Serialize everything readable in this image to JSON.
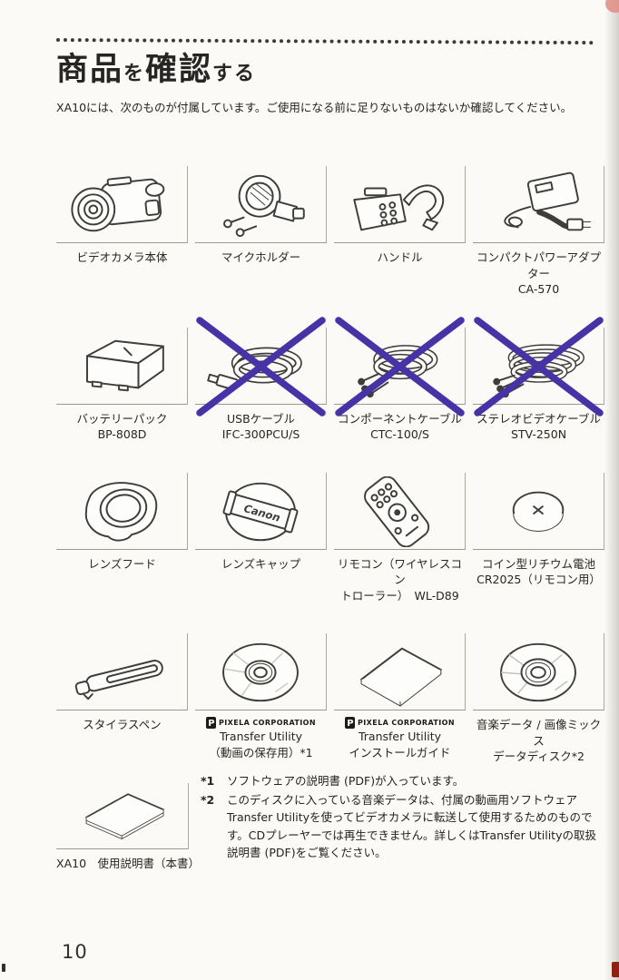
{
  "page": {
    "number": "10"
  },
  "header": {
    "title_part1": "商品",
    "title_part2": "を",
    "title_part3": "確認",
    "title_part4": "する",
    "subtitle": "XA10には、次のものが付属しています。ご使用になる前に足りないものはないか確認してください。"
  },
  "pixela": {
    "brand": "PIXELA CORPORATION",
    "logo": "P"
  },
  "colors": {
    "cross_purple": "#4733a6",
    "scan_pink": "#e08d85",
    "scan_dark_red": "#8e2013"
  },
  "items": [
    {
      "icon": "camcorder",
      "crossed": false,
      "label1": "ビデオカメラ本体",
      "label2": ""
    },
    {
      "icon": "mic-holder",
      "crossed": false,
      "label1": "マイクホルダー",
      "label2": ""
    },
    {
      "icon": "handle",
      "crossed": false,
      "label1": "ハンドル",
      "label2": ""
    },
    {
      "icon": "power-adapter",
      "crossed": false,
      "label1": "コンパクトパワーアダプター",
      "label2": "CA-570"
    },
    {
      "icon": "battery-pack",
      "crossed": false,
      "label1": "バッテリーパック",
      "label2": "BP-808D"
    },
    {
      "icon": "usb-cable",
      "crossed": true,
      "label1": "USBケーブル",
      "label2": "IFC-300PCU/S"
    },
    {
      "icon": "component-cable",
      "crossed": true,
      "label1": "コンポーネントケーブル",
      "label2": "CTC-100/S"
    },
    {
      "icon": "stereo-video-cable",
      "crossed": true,
      "label1": "ステレオビデオケーブル",
      "label2": "STV-250N"
    },
    {
      "icon": "lens-hood",
      "crossed": false,
      "label1": "レンズフード",
      "label2": ""
    },
    {
      "icon": "lens-cap",
      "crossed": false,
      "badge": "Canon",
      "label1": "レンズキャップ",
      "label2": ""
    },
    {
      "icon": "wireless-remote",
      "crossed": false,
      "label1": "リモコン（ワイヤレスコン",
      "label2": "トローラー）　WL-D89"
    },
    {
      "icon": "coin-battery",
      "crossed": false,
      "label1": "コイン型リチウム電池",
      "label2": "CR2025（リモコン用）"
    },
    {
      "icon": "stylus-pen",
      "crossed": false,
      "label1": "スタイラスペン",
      "label2": ""
    },
    {
      "icon": "cd-disc",
      "crossed": false,
      "label1": "Transfer Utility",
      "label2": "（動画の保存用）*1"
    },
    {
      "icon": "install-guide",
      "crossed": false,
      "label1": "Transfer Utility",
      "label2": "インストールガイド"
    },
    {
      "icon": "cd-disc",
      "crossed": false,
      "label1": "音楽データ / 画像ミックス",
      "label2": "データディスク*2"
    }
  ],
  "manual_item": {
    "label": "XA10　使用説明書（本書）"
  },
  "notes": [
    {
      "marker": "*1",
      "text": "ソフトウェアの説明書 (PDF)が入っています。"
    },
    {
      "marker": "*2",
      "text": "このディスクに入っている音楽データは、付属の動画用ソフトウェアTransfer Utilityを使ってビデオカメラに転送して使用するためのものです。CDプレーヤーでは再生できません。詳しくはTransfer Utilityの取扱説明書 (PDF)をご覧ください。"
    }
  ]
}
